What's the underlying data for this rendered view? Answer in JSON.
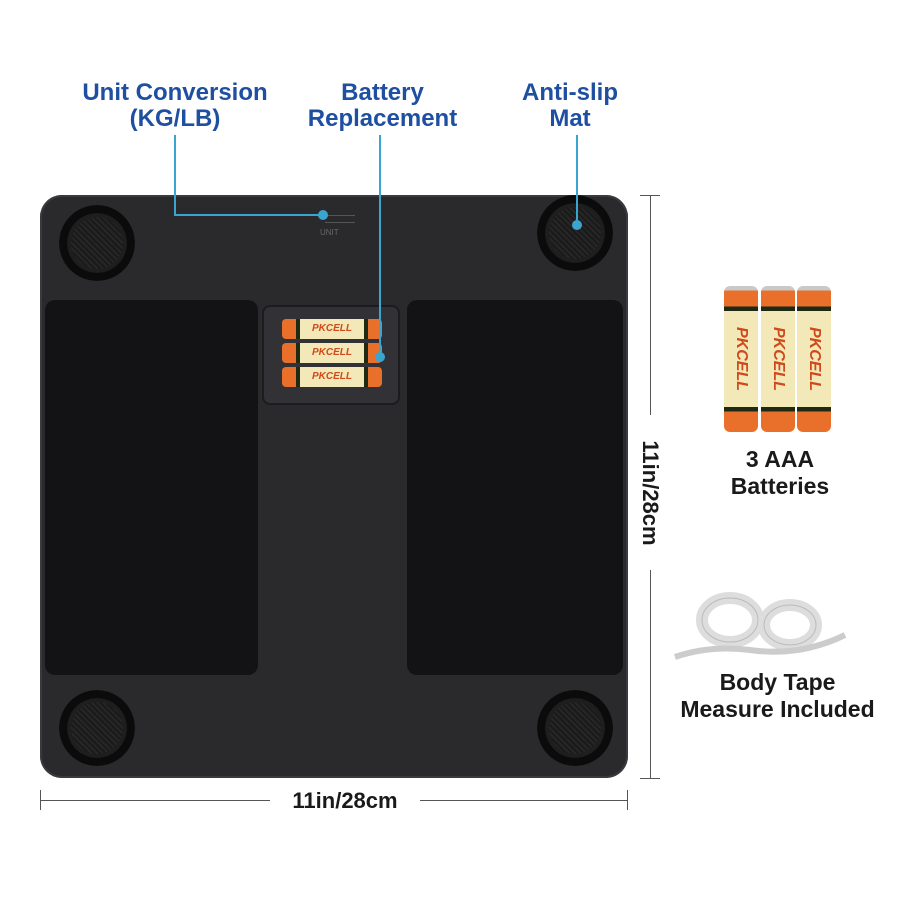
{
  "callouts": {
    "unit_conversion": "Unit Conversion\n(KG/LB)",
    "battery_replacement": "Battery\nReplacement",
    "anti_slip": "Anti-slip\nMat"
  },
  "scale": {
    "unit_label": "UNIT",
    "battery_brand": "PKCELL"
  },
  "dimensions": {
    "width": "11in/28cm",
    "height": "11in/28cm"
  },
  "accessories": {
    "batteries": "3 AAA\nBatteries",
    "tape": "Body Tape\nMeasure Included"
  },
  "colors": {
    "callout_text": "#1f4fa0",
    "callout_line": "#3aa6d0"
  }
}
